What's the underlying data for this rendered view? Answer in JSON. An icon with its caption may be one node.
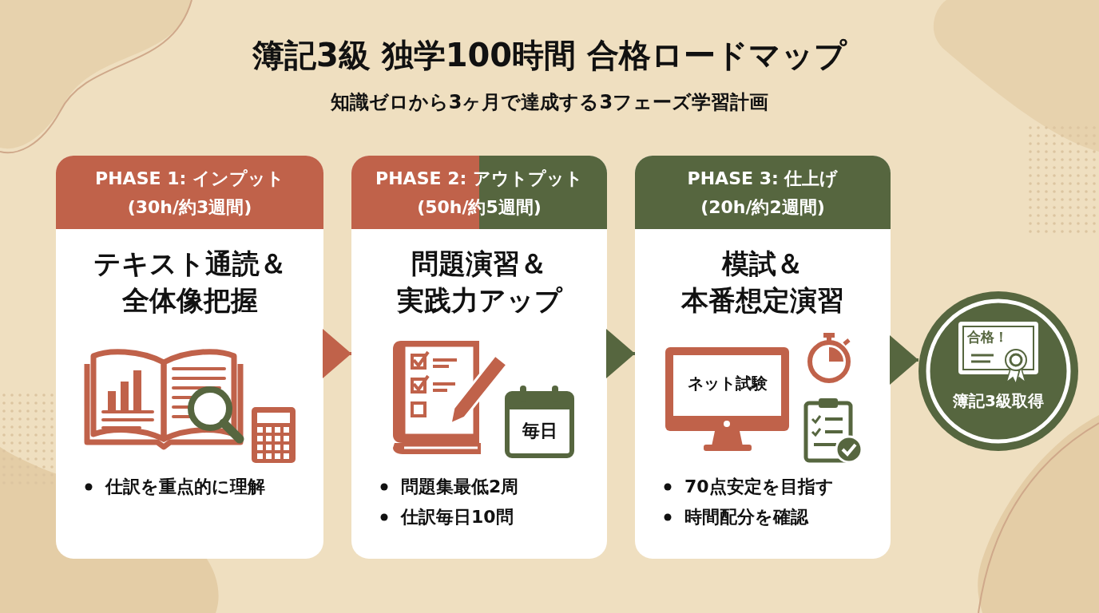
{
  "diagram": {
    "title": "簿記3級 独学100時間 合格ロードマップ",
    "nodes": [
      {
        "text": [
          "PHASE 1: インプット",
          "(30h/約3週間)",
          "テキスト通読＆全体像把握",
          "仕訳を重点的に理解"
        ]
      },
      {
        "text": [
          "PHASE 2: アウトプット",
          "(50h/約5週間)",
          "問題演習＆実践力アップ",
          "問題集最低2周",
          "仕訳毎日10問"
        ]
      },
      {
        "text": [
          "PHASE 3: 仕上げ",
          "(20h/約2週間)",
          "模試＆本番想定演習",
          "70点安定を目指す",
          "時間配分を確認"
        ]
      },
      {
        "text": [
          "簿記3級取得"
        ]
      }
    ],
    "edges": [
      {
        "from": 0,
        "to": 1,
        "arrow": "to",
        "color": "#c0624a"
      },
      {
        "from": 1,
        "to": 2,
        "arrow": "to",
        "color": "#56663f"
      },
      {
        "from": 2,
        "to": 3,
        "arrow": "to",
        "color": "#56663f"
      }
    ],
    "labels": [
      "知識ゼロから3ヶ月で達成する3フェーズ学習計画",
      "毎日",
      "ネット試験",
      "合格！"
    ]
  }
}
